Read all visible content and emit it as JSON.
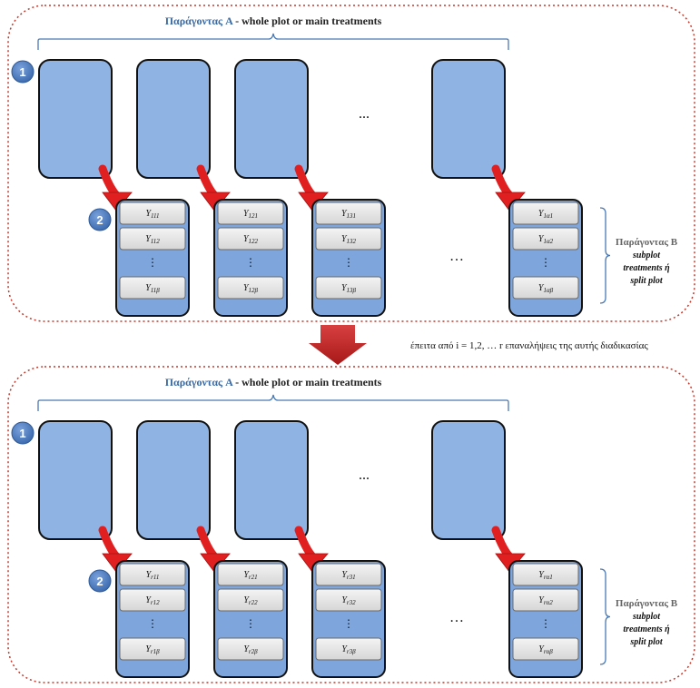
{
  "repeat_caption": "έπειτα από i = 1,2, … r επαναλήψεις της αυτής διαδικασίας",
  "panels": [
    {
      "factor_a_greek": "Παράγοντας A",
      "factor_a_rest": " - whole plot or main treatments",
      "badge_1": "1",
      "badge_2": "2",
      "main_plot_ellipsis": "...",
      "subplot_ellipsis": "…",
      "factor_b": {
        "title": "Παράγοντας B",
        "lines": [
          "subplot",
          "treatments  ή",
          "split plot"
        ]
      },
      "columns": [
        {
          "cells": [
            "Y111",
            "Y112",
            "⋮",
            "Y11β"
          ]
        },
        {
          "cells": [
            "Y121",
            "Y122",
            "⋮",
            "Y12β"
          ]
        },
        {
          "cells": [
            "Y131",
            "Y132",
            "⋮",
            "Y13β"
          ]
        },
        {
          "cells": [
            "Y1α1",
            "Y1α2",
            "⋮",
            "Y1αβ"
          ]
        }
      ]
    },
    {
      "factor_a_greek": "Παράγοντας A",
      "factor_a_rest": " - whole plot or main treatments",
      "badge_1": "1",
      "badge_2": "2",
      "main_plot_ellipsis": "...",
      "subplot_ellipsis": "…",
      "factor_b": {
        "title": "Παράγοντας B",
        "lines": [
          "subplot",
          "treatments  ή",
          "split plot"
        ]
      },
      "columns": [
        {
          "cells": [
            "Yr11",
            "Yr12",
            "⋮",
            "Yr1β"
          ]
        },
        {
          "cells": [
            "Yr21",
            "Yr22",
            "⋮",
            "Yr2β"
          ]
        },
        {
          "cells": [
            "Yr31",
            "Yr32",
            "⋮",
            "Yr3β"
          ]
        },
        {
          "cells": [
            "Yrα1",
            "Yrα2",
            "⋮",
            "Yrαβ"
          ]
        }
      ]
    }
  ],
  "colors": {
    "frame": "#c0392b",
    "bracket": "#4a7ab5",
    "main_plot_fill": "#8fb4e3",
    "subplot_fill": "#7fa6dc",
    "cell_fill": "#e8e8e8",
    "badge": "#4a7cc0",
    "arrow": "#e02020",
    "big_arrow": "#c62a2a"
  }
}
